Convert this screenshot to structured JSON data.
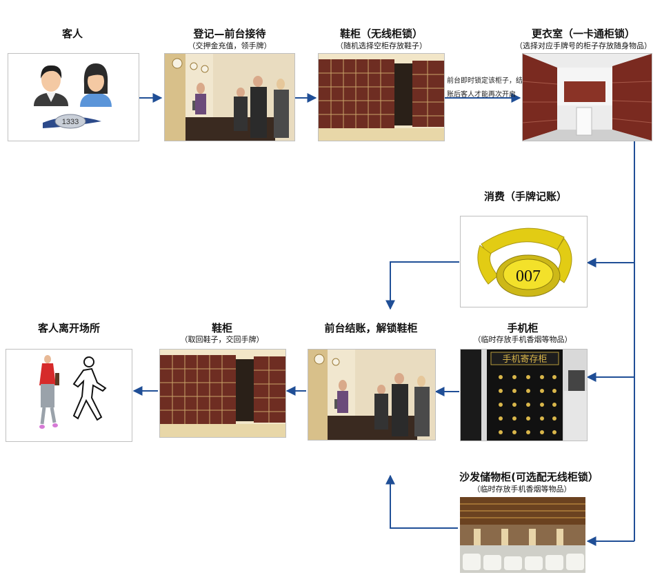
{
  "steps": {
    "guest": {
      "title": "客人",
      "tag": "1333"
    },
    "reception": {
      "title": "登记—前台接待",
      "subtitle": "（交押金充值，领手牌）"
    },
    "shoe_cabinet": {
      "title": "鞋柜（无线柜锁）",
      "subtitle": "（随机选择空柜存放鞋子）"
    },
    "locker_room": {
      "title": "更衣室（一卡通柜锁）",
      "subtitle": "（选择对应手牌号的柜子存放随身物品）"
    },
    "consume": {
      "title": "消费（手牌记账）",
      "wristband_number": "007"
    },
    "checkout": {
      "title": "前台结账，解锁鞋柜"
    },
    "phone_cabinet": {
      "title": "手机柜",
      "subtitle": "（临时存放手机香烟等物品）",
      "sign": "手机寄存柜"
    },
    "shoe_return": {
      "title": "鞋柜",
      "subtitle": "（取回鞋子，交回手牌）"
    },
    "leave": {
      "title": "客人离开场所"
    },
    "sofa_cabinet": {
      "title": "沙发储物柜(可选配无线柜锁）",
      "subtitle": "（临时存放手机香烟等物品）"
    }
  },
  "notes": {
    "lock_note_line1": "前台即时锁定该柜子，结",
    "lock_note_line2": "账后客人才能再次开启"
  },
  "colors": {
    "arrow": "#1f4e96",
    "border": "#bfbfbf"
  }
}
